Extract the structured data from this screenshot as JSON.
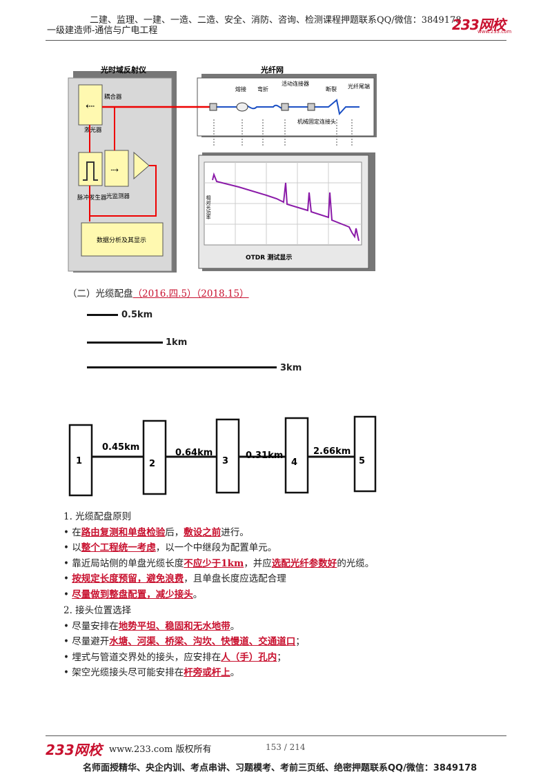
{
  "header": {
    "line1": "二建、监理、一建、一造、二造、安全、消防、咨询、检测课程押题联系QQ/微信：3849178",
    "line2": "一级建造师-通信与广电工程",
    "logo": "233网校",
    "logo_sub": "www.233.com"
  },
  "otdr_diagram": {
    "left_title": "光时域反射仪",
    "right_title": "光纤网",
    "coupler": "耦合器",
    "laser": "激光器",
    "pulse_gen": "脉冲发生器",
    "photo_detector": "光监测器",
    "data_box": "数据分析及其显示",
    "net_labels": [
      "熔接",
      "弯折",
      "活动连接器",
      "断裂",
      "光纤尾端"
    ],
    "mech_joint": "机械固定连接头",
    "screen_ylabel": "相对光功率",
    "screen_caption": "OTDR 测试显示"
  },
  "section": {
    "title": "（二）光缆配盘",
    "ref": "（2016.四.5）（2018.15）"
  },
  "cable_lengths": [
    "0.5km",
    "1km",
    "3km"
  ],
  "stations": [
    "1",
    "2",
    "3",
    "4",
    "5"
  ],
  "spans": [
    "0.45km",
    "0.64km",
    "0.31km",
    "2.66km"
  ],
  "principle_title": "1. 光缆配盘原则",
  "principles": [
    {
      "a": "在",
      "b": "路由复测和单盘检验",
      "c": "后，",
      "d": "敷设之前",
      "e": "进行。"
    },
    {
      "a": "以",
      "b": "整个工程统一考虑",
      "c": "，以一个中继段为配置单元。"
    },
    {
      "a": "靠近局站侧的单盘光缆长度",
      "b": "不应少于1km",
      "c": "，并应",
      "d": "选配光纤参数好",
      "e": "的光缆。"
    },
    {
      "b": "按规定长度预留，避免浪费",
      "c": "，且单盘长度应选配合理"
    },
    {
      "b": "尽量做到整盘配置，减少接头",
      "c": "。"
    }
  ],
  "joint_title": "2. 接头位置选择",
  "joints": [
    {
      "a": "尽量安排在",
      "b": "地势平坦、稳固和无水地带",
      "c": "。"
    },
    {
      "a": "尽量避开",
      "b": "水塘、河渠、桥梁、沟坎、快慢道、交通道口",
      "c": "；"
    },
    {
      "a": "埋式与管道交界处的接头，应安排在",
      "b": "人（手）孔内",
      "c": "；"
    },
    {
      "a": "架空光缆接头尽可能安排在",
      "b": "杆旁或杆上",
      "c": "。"
    }
  ],
  "footer": {
    "logo": "233网校",
    "site": "www.233.com 版权所有",
    "page": "153 / 214",
    "ad": "名师面授精华、央企内训、考点串讲、习题模考、考前三页纸、绝密押题联系QQ/微信：3849178"
  }
}
